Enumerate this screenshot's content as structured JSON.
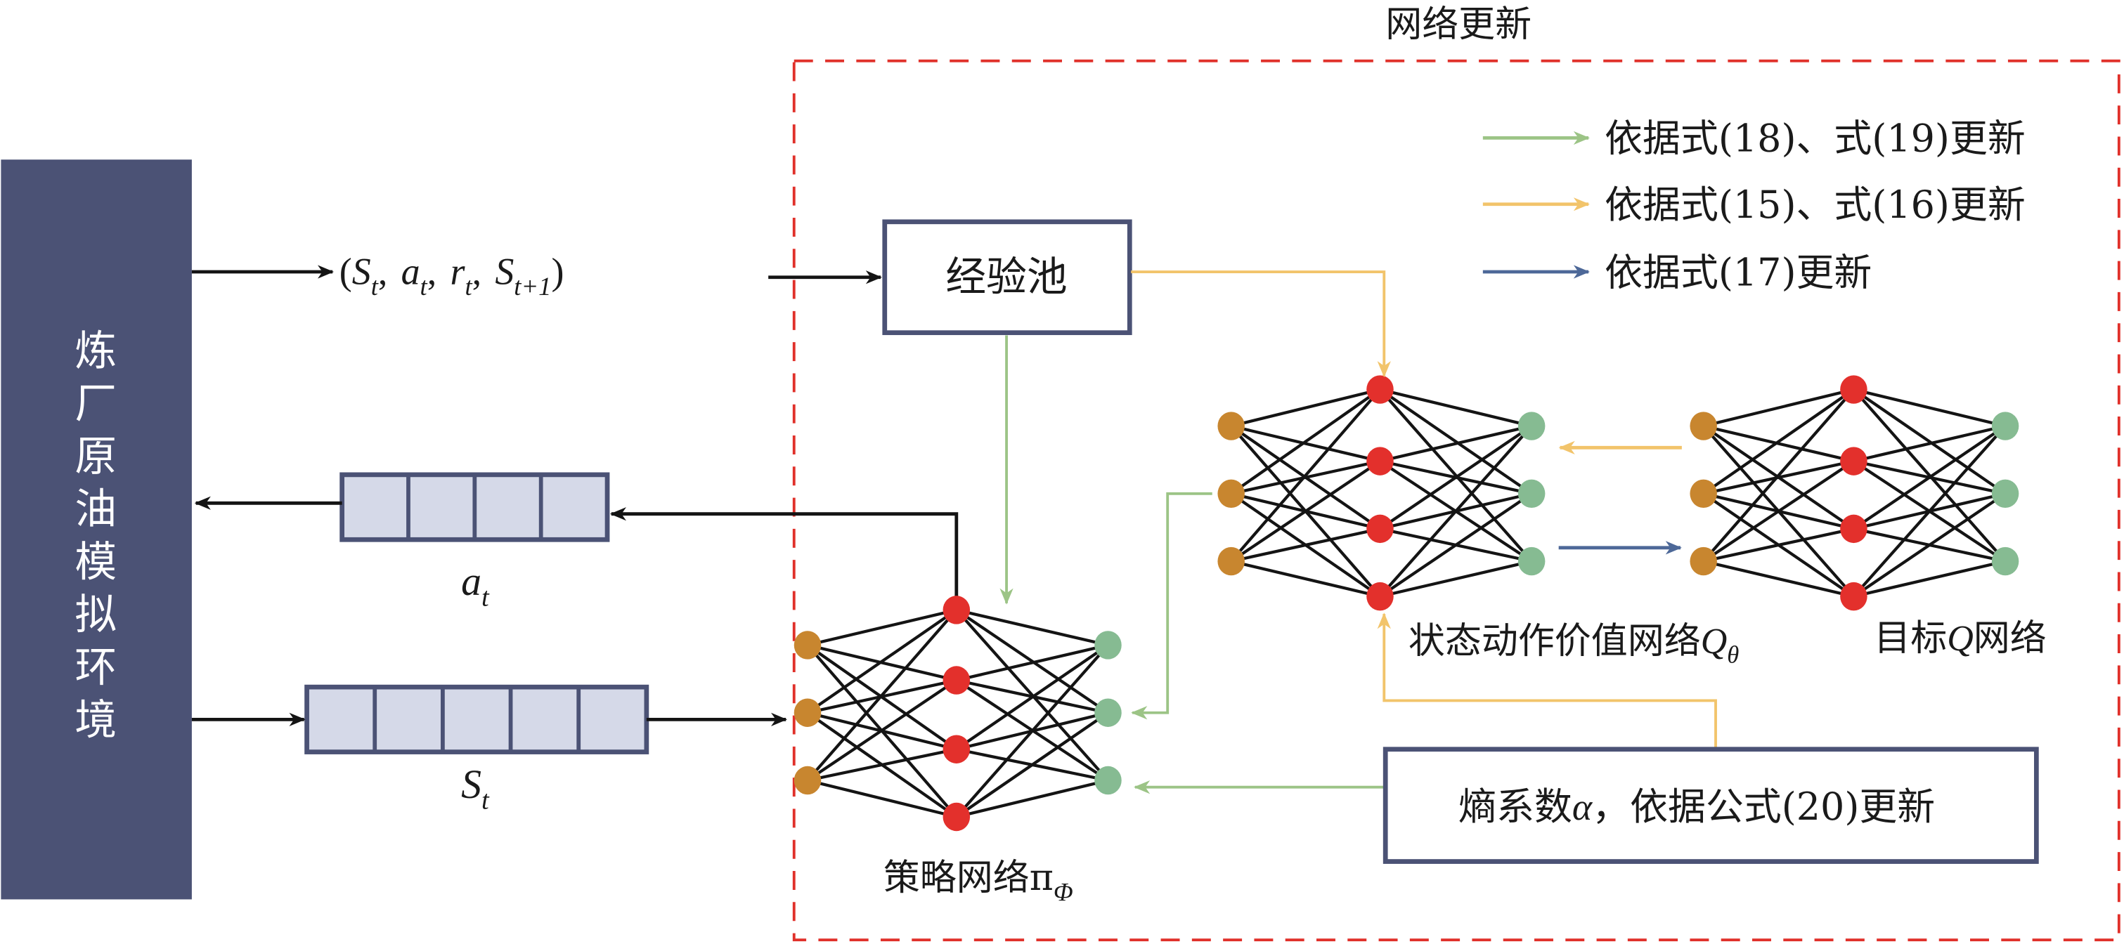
{
  "title": "网络更新",
  "environment": {
    "label_chars": [
      "炼",
      "厂",
      "原",
      "油",
      "模",
      "拟",
      "环",
      "境"
    ],
    "color": "#4b5275"
  },
  "transition_tuple": {
    "open": "(",
    "items": [
      {
        "base": "S",
        "sub": "t"
      },
      {
        "base": "a",
        "sub": "t"
      },
      {
        "base": "r",
        "sub": "t"
      },
      {
        "base": "S",
        "sub": "t+1"
      }
    ],
    "separator": ",",
    "close": ")"
  },
  "experience_pool": {
    "label": "经验池"
  },
  "action_vector": {
    "base": "a",
    "sub": "t",
    "cells": 4
  },
  "state_vector": {
    "base": "S",
    "sub": "t",
    "cells": 5
  },
  "policy_network": {
    "label": "策略网络π",
    "sub": "Φ",
    "layers": [
      3,
      4,
      3
    ]
  },
  "q_network": {
    "label": "状态动作价值网络",
    "symbol": "Q",
    "sub": "θ",
    "layers": [
      3,
      4,
      3
    ]
  },
  "target_network": {
    "label_prefix": "目标",
    "symbol": "Q",
    "label_suffix": "网络",
    "layers": [
      3,
      4,
      3
    ]
  },
  "entropy_box": {
    "label_prefix": "熵系数",
    "symbol": "α",
    "label_suffix": "，依据公式(20)更新"
  },
  "legend": [
    {
      "color": "#9cc486",
      "label": "依据式(18)、式(19)更新"
    },
    {
      "color": "#f2c46b",
      "label": "依据式(15)、式(16)更新"
    },
    {
      "color": "#4d6898",
      "label": "依据式(17)更新"
    }
  ],
  "colors": {
    "box_border": "#4b5275",
    "cell_fill": "#d5d9e8",
    "dashed_border": "#e0302a",
    "input_node": "#c8862f",
    "hidden_node": "#e3302c",
    "output_node": "#86bb92",
    "green_arrow": "#9cc486",
    "yellow_arrow": "#f2c46b",
    "blue_arrow": "#4d6898",
    "black_arrow": "#141414"
  }
}
